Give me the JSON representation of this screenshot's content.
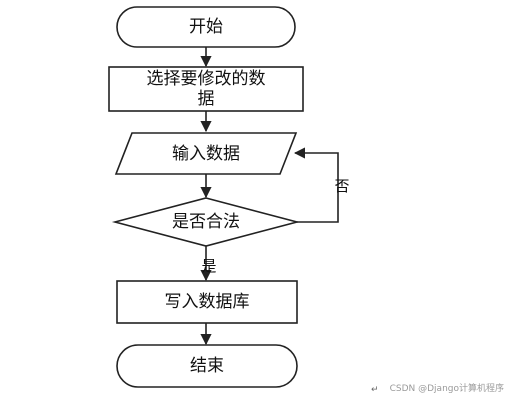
{
  "nodes": {
    "start": "开始",
    "select_line1": "选择要修改的数",
    "select_line2": "据",
    "input": "输入数据",
    "decision": "是否合法",
    "write": "写入数据库",
    "end": "结束"
  },
  "edges": {
    "no_label": "否",
    "yes_label": "是"
  },
  "watermark": "CSDN @Django计算机程序",
  "return_mark": "↵",
  "colors": {
    "stroke": "#222222",
    "fill": "#ffffff",
    "text": "#111111",
    "watermark": "#9a9a9a"
  }
}
